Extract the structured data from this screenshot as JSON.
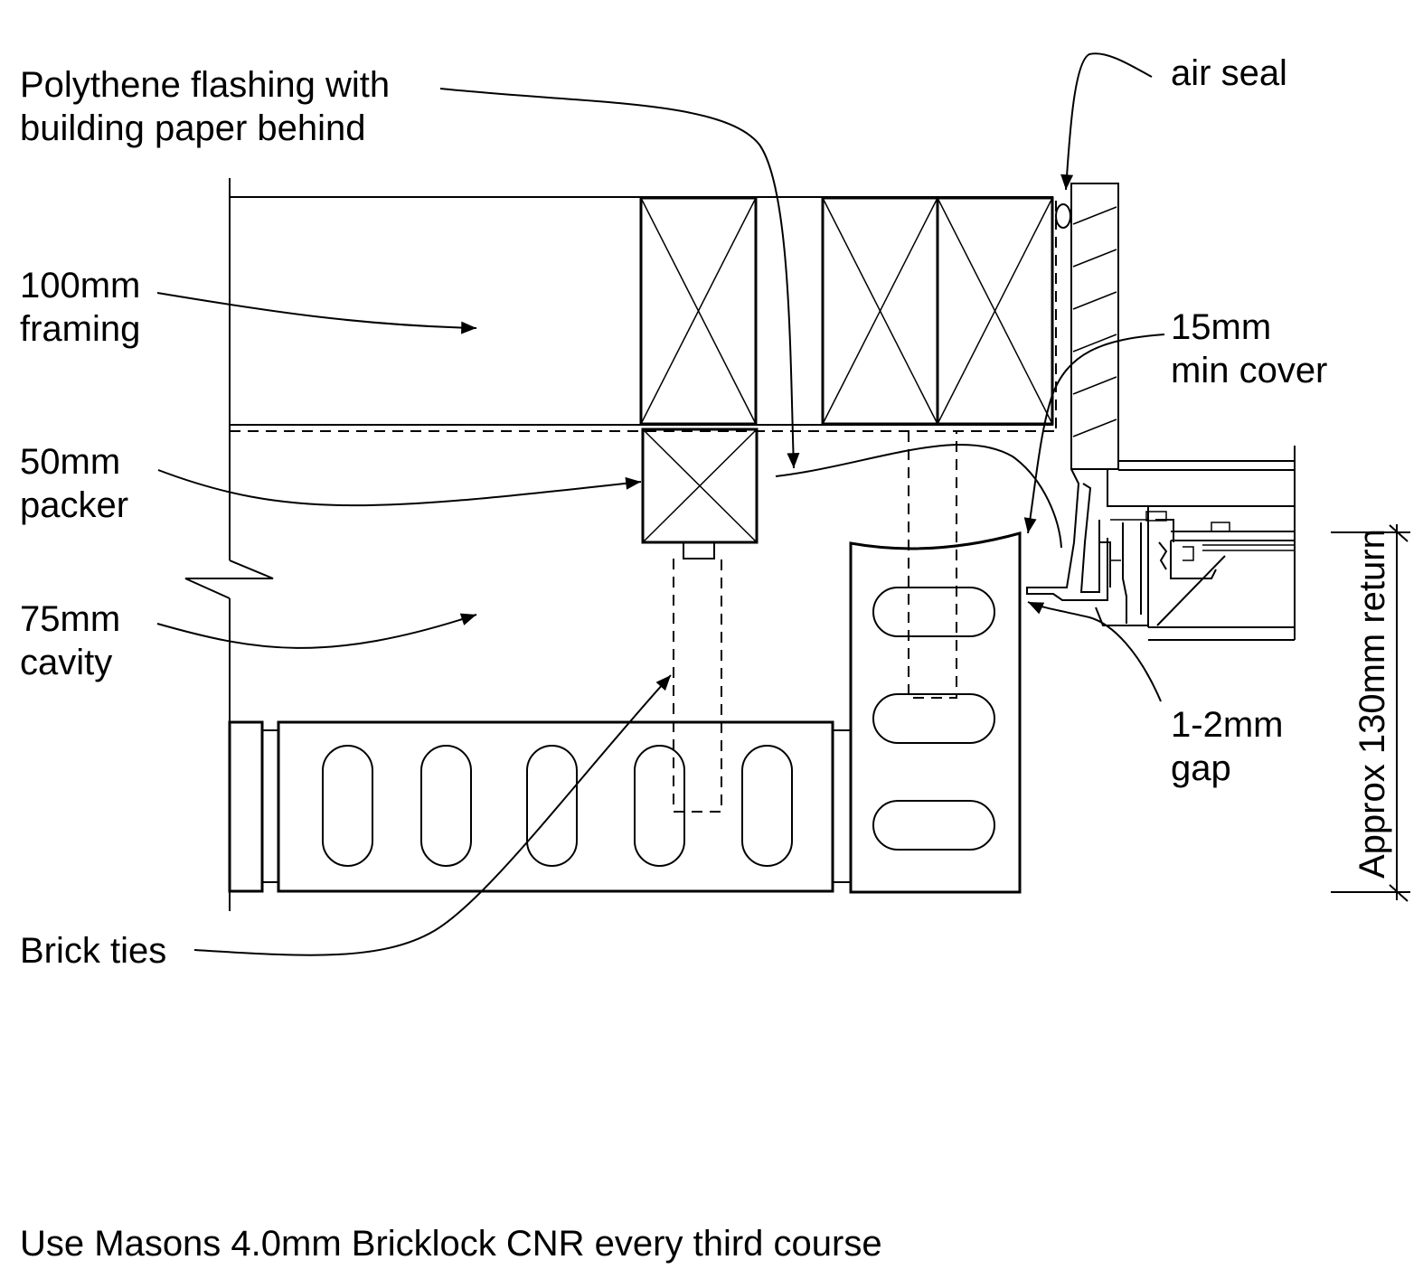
{
  "labels": {
    "flashing": [
      "Polythene flashing with",
      "building paper behind"
    ],
    "air_seal": "air seal",
    "framing": [
      "100mm",
      "framing"
    ],
    "cover": [
      "15mm",
      "min cover"
    ],
    "packer": [
      "50mm",
      "packer"
    ],
    "cavity": [
      "75mm",
      "cavity"
    ],
    "gap": [
      "1-2mm",
      "gap"
    ],
    "return": "Approx 130mm return",
    "brick_ties": "Brick ties",
    "note": "Use Masons 4.0mm Bricklock CNR every third course"
  }
}
